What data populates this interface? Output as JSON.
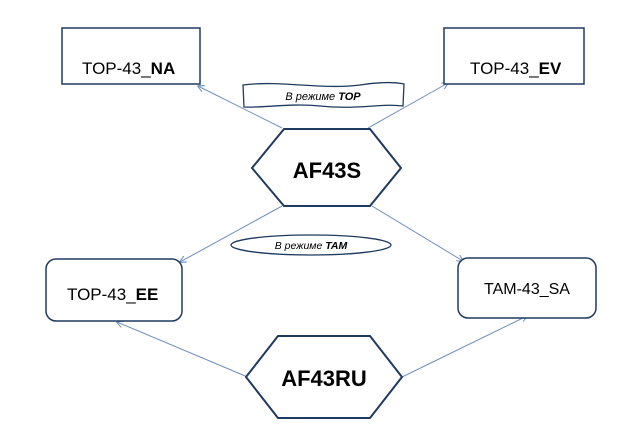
{
  "nodes": {
    "top_left": {
      "prefix": "TOP-43_",
      "suffix": "NA"
    },
    "top_right": {
      "prefix": "TOP-43_",
      "suffix": "EV"
    },
    "mid_left": {
      "prefix": "TOP-43_",
      "suffix": "EE"
    },
    "mid_right": {
      "prefix": "",
      "suffix": "",
      "label": "TAM-43_SA"
    }
  },
  "hexagons": {
    "upper": "AF43S",
    "lower": "AF43RU"
  },
  "banners": {
    "top": {
      "prefix": "В режиме ",
      "mode": "TOP"
    },
    "tam": {
      "prefix": "В режиме ",
      "mode": "TAM"
    }
  },
  "colors": {
    "box_border": "#1f3a5f",
    "arrow": "#6f8fbf",
    "hex_border": "#1f3a5f"
  }
}
